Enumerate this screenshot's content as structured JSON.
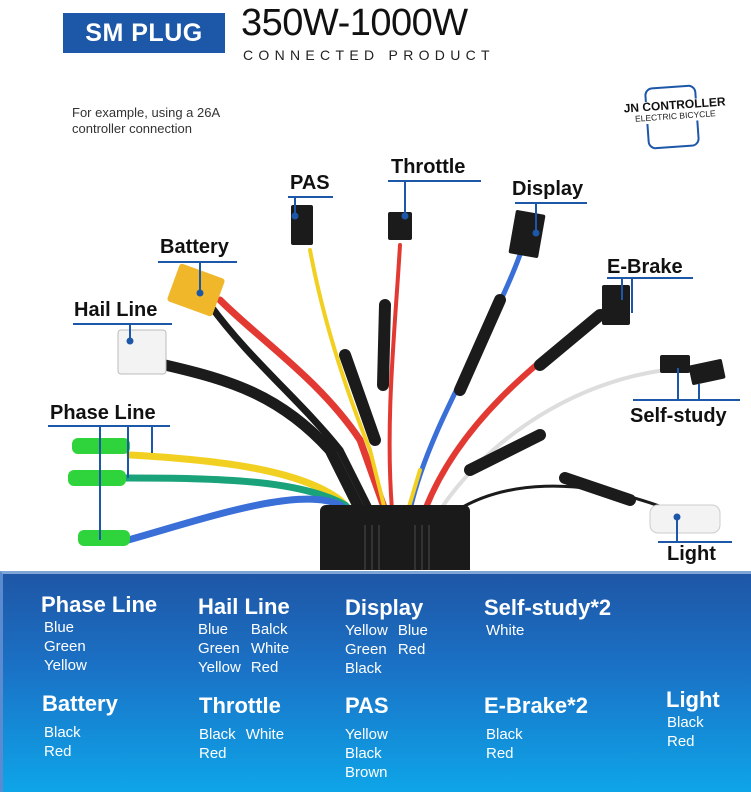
{
  "header": {
    "badge": "SM PLUG",
    "power_range": "350W-1000W",
    "subtitle": "CONNECTED PRODUCT",
    "note": "For example, using a 26A controller connection"
  },
  "logo": {
    "main": "JN CONTROLLER",
    "sub": "ELECTRIC BICYCLE",
    "color": "#1d57a8"
  },
  "photo_labels": {
    "pas": "PAS",
    "throttle": "Throttle",
    "display": "Display",
    "battery": "Battery",
    "ebrake": "E-Brake",
    "hail_line": "Hail Line",
    "self_study": "Self-study",
    "phase_line": "Phase Line",
    "light": "Light"
  },
  "wire_colors": {
    "red": "#e23a33",
    "black": "#1b1b1b",
    "yellow": "#f2d021",
    "green": "#1aa37a",
    "blue": "#3a6fd8",
    "white": "#f4f4f4",
    "brown": "#7b4a2a",
    "label_line": "#1d57a8"
  },
  "legend": {
    "phase_line": {
      "title": "Phase Line",
      "cols": [
        [
          "Blue",
          "Green",
          "Yellow"
        ]
      ]
    },
    "hail_line": {
      "title": "Hail Line",
      "cols": [
        [
          "Blue",
          "Green",
          "Yellow"
        ],
        [
          "Balck",
          "White",
          "Red"
        ]
      ]
    },
    "display": {
      "title": "Display",
      "cols": [
        [
          "Yellow",
          "Green",
          "Black"
        ],
        [
          "Blue",
          "Red"
        ]
      ]
    },
    "self_study": {
      "title": "Self-study*2",
      "cols": [
        [
          "White"
        ]
      ]
    },
    "battery": {
      "title": "Battery",
      "cols": [
        [
          "Black",
          "Red"
        ]
      ]
    },
    "throttle": {
      "title": "Throttle",
      "cols": [
        [
          "Black",
          "Red"
        ],
        [
          "White"
        ]
      ]
    },
    "pas": {
      "title": "PAS",
      "cols": [
        [
          "Yellow",
          "Black",
          "Brown"
        ]
      ]
    },
    "ebrake": {
      "title": "E-Brake*2",
      "cols": [
        [
          "Black",
          "Red"
        ]
      ]
    },
    "light": {
      "title": "Light",
      "cols": [
        [
          "Black",
          "Red"
        ]
      ]
    }
  }
}
